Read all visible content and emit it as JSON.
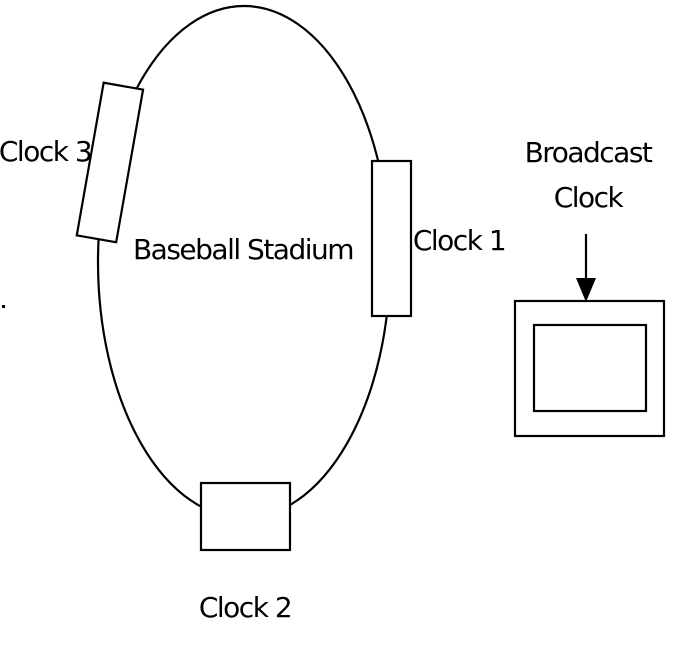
{
  "stadium": {
    "label": "Baseball Stadium"
  },
  "clocks": [
    {
      "label": "Clock 1"
    },
    {
      "label": "Clock 2"
    },
    {
      "label": "Clock 3"
    }
  ],
  "broadcast_clock": {
    "label_line1": "Broadcast",
    "label_line2": "Clock"
  },
  "colors": {
    "stroke": "#000000",
    "background": "#ffffff"
  }
}
